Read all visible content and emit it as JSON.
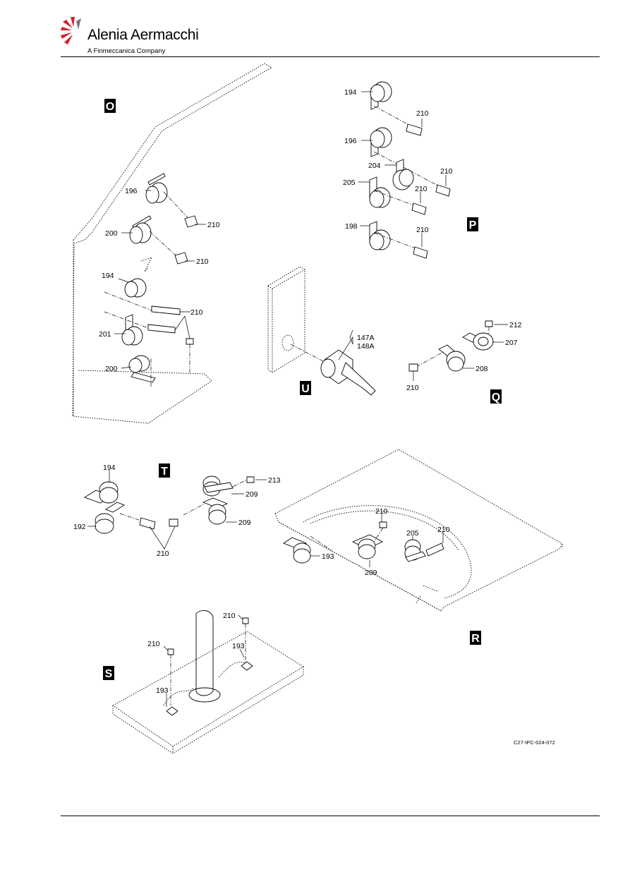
{
  "header": {
    "brand": "Alenia Aermacchi",
    "brand_sub": "A Finmeccanica Company"
  },
  "views": {
    "o": "O",
    "p": "P",
    "q": "Q",
    "r": "R",
    "s": "S",
    "t": "T",
    "u": "U"
  },
  "callouts": {
    "o": [
      "196",
      "210",
      "200",
      "210",
      "194",
      "210",
      "201",
      "200"
    ],
    "p": [
      "194",
      "210",
      "196",
      "204",
      "210",
      "205",
      "210",
      "198",
      "210"
    ],
    "u": [
      "147A",
      "148A"
    ],
    "q": [
      "212",
      "207",
      "208",
      "210"
    ],
    "t": [
      "194",
      "213",
      "209",
      "209",
      "192",
      "210"
    ],
    "r": [
      "210",
      "205",
      "210",
      "193",
      "209"
    ],
    "s": [
      "210",
      "193",
      "210",
      "193"
    ]
  },
  "figure_ref": "C27-IPC-024-072"
}
